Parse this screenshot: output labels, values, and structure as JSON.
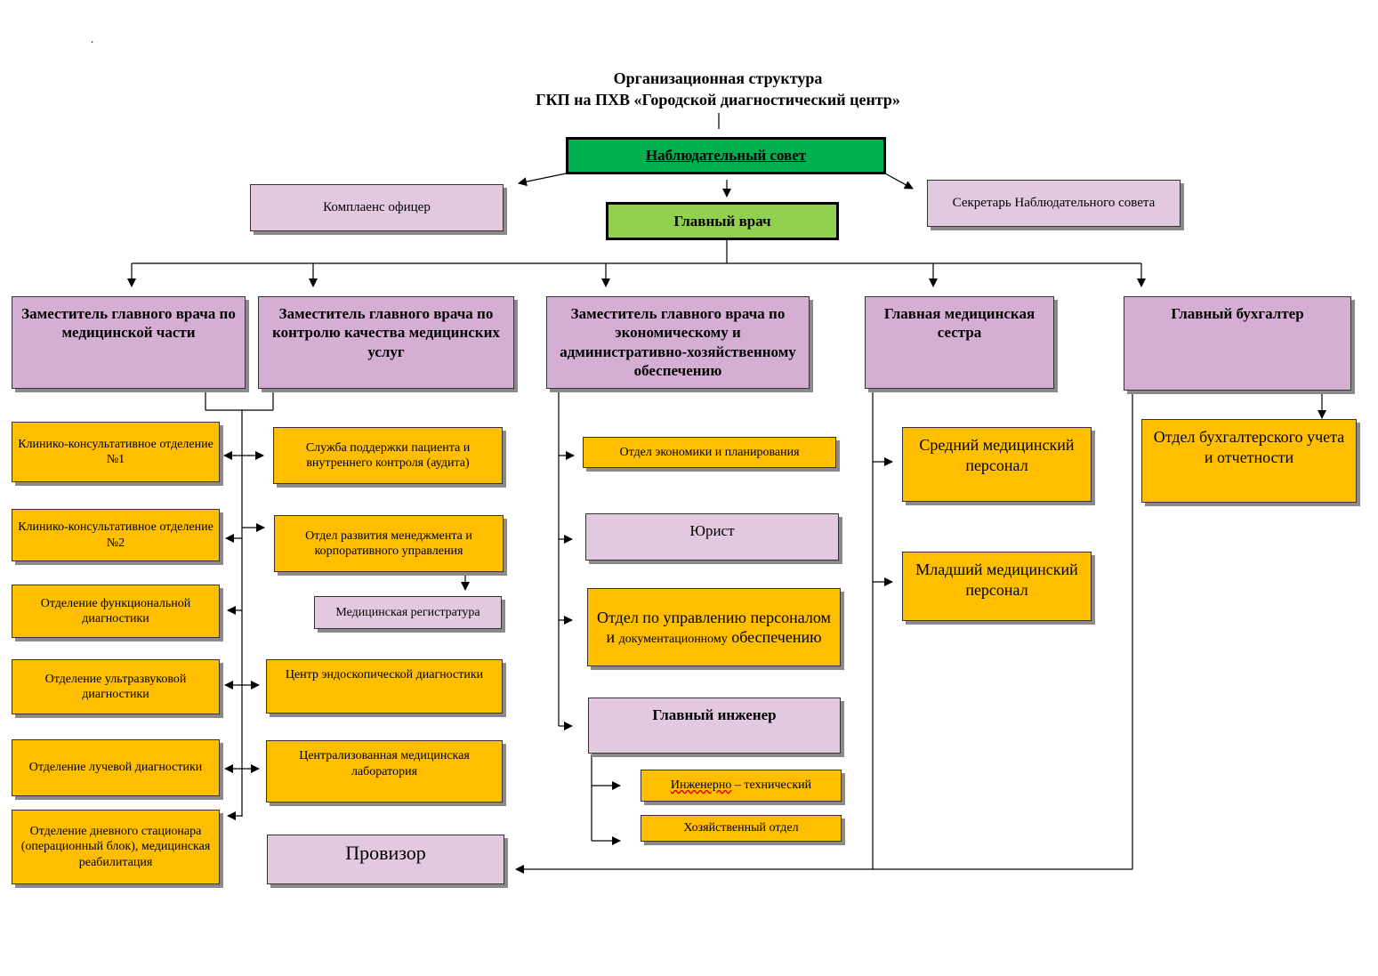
{
  "marker": ".",
  "title": {
    "line1": "Организационная структура",
    "line2": "ГКП на ПХВ «Городской диагностический центр»"
  },
  "top": {
    "board": "Наблюдательный  совет",
    "compliance": "Комплаенс офицер",
    "secretary": "Секретарь Наблюдательного совета",
    "chief_doctor": "Главный врач"
  },
  "deputies": {
    "medical": "Заместитель главного врача по медицинской части",
    "quality": "Заместитель главного врача по контролю качества медицинских услуг",
    "economic": "Заместитель главного врача по экономическому и административно-хозяйственному обеспечению",
    "head_nurse": "Главная медицинская сестра",
    "chief_accountant": "Главный бухгалтер"
  },
  "medical_units": [
    "Клинико-консультативное отделение №1",
    "Клинико-консультативное отделение №2",
    "Отделение функциональной диагностики",
    "Отделение ультразвуковой диагностики",
    "Отделение лучевой диагностики",
    "Отделение дневного стационара (операционный блок), медицинская реабилитация"
  ],
  "quality_units": {
    "support": "Служба поддержки пациента и внутреннего контроля (аудита)",
    "management": "Отдел развития менеджмента и корпоративного управления",
    "registry": "Медицинская регистратура",
    "endoscopy": "Центр эндоскопической диагностики",
    "laboratory": "Централизованная медицинская лаборатория",
    "pharmacist": "Провизор"
  },
  "economic_units": {
    "planning": "Отдел экономики и планирования",
    "lawyer": "Юрист",
    "hr_part1": "Отдел по управлению персоналом и",
    "hr_part2": "документационному",
    "hr_part3": "обеспечению",
    "engineer": "Главный инженер",
    "tech_part1": "Инженерно",
    "tech_part2": " – технический",
    "household": "Хозяйственный отдел"
  },
  "nurse_units": {
    "middle": "Средний медицинский персонал",
    "junior": "Младший медицинский персонал"
  },
  "accounting_units": {
    "accounting": "Отдел бухгалтерского учета и отчетности"
  },
  "colors": {
    "pink": "#e3c9e0",
    "mauve": "#d4afd3",
    "gold": "#ffbf00",
    "dark_green": "#00b050",
    "light_green": "#92d050"
  }
}
